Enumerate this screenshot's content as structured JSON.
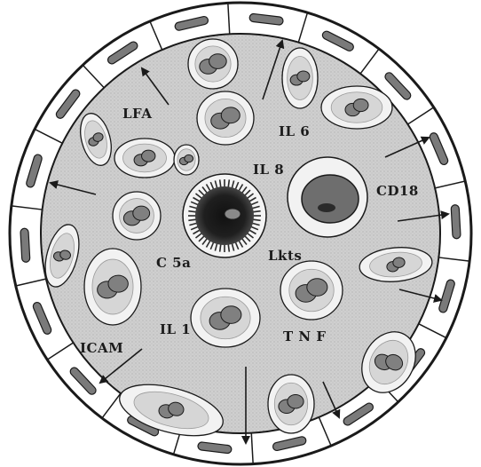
{
  "diagram": {
    "labels": {
      "lfa": "LFA",
      "il6": "IL 6",
      "il8": "IL 8",
      "cd18": "CD18",
      "c5a": "C 5a",
      "lkts": "Lkts",
      "il1": "IL 1",
      "tnf": "T N F",
      "icam": "ICAM"
    },
    "colors": {
      "background": "#ffffff",
      "outline": "#1a1a1a",
      "lumen_fill": "#cbcbcb",
      "endothelial_band": "#ffffff",
      "endothelial_nucleus": "#7a7a7a",
      "cell_halo": "#f2f2f2",
      "cell_body": "#d6d6d6",
      "nucleus": "#808080",
      "central_cell": "#1a1a1a",
      "large_cell_nucleus": "#6e6e6e"
    },
    "icons": [
      "arrow-icon",
      "leukocyte-icon",
      "endothelial-cell-icon",
      "activated-cell-icon"
    ]
  }
}
